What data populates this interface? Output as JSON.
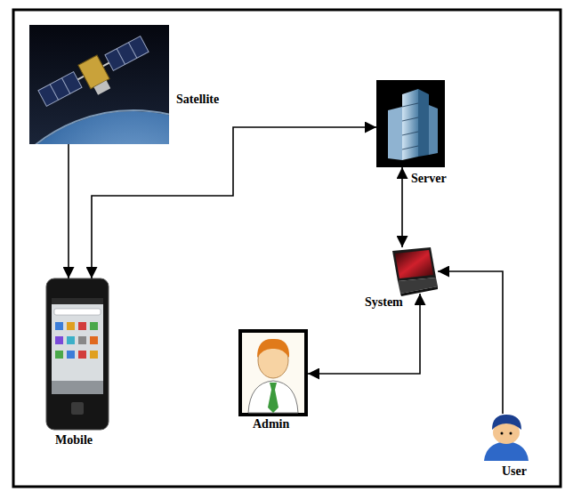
{
  "diagram": {
    "nodes": [
      {
        "text": [
          "Satellite"
        ]
      },
      {
        "text": [
          "Server"
        ]
      },
      {
        "text": [
          "System"
        ]
      },
      {
        "text": [
          "Mobile"
        ]
      },
      {
        "text": [
          "Admin"
        ]
      },
      {
        "text": [
          "User"
        ]
      }
    ],
    "edges": [
      {
        "from": 0,
        "to": 3,
        "arrow": "to"
      },
      {
        "from": 3,
        "to": 1,
        "arrow": "both"
      },
      {
        "from": 1,
        "to": 2,
        "arrow": "both"
      },
      {
        "from": 2,
        "to": 4,
        "arrow": "both"
      },
      {
        "from": 5,
        "to": 2,
        "arrow": "to"
      }
    ]
  }
}
